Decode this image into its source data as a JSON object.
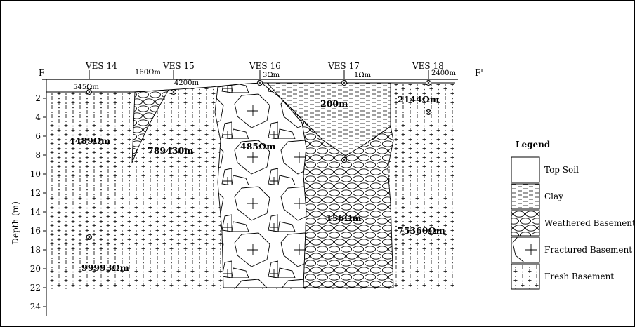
{
  "section": {
    "start_label": "F",
    "end_label": "F'"
  },
  "ves": [
    {
      "label": "VES 14",
      "surface": "545Ωm"
    },
    {
      "label": "VES 15",
      "surface": "4200m"
    },
    {
      "label": "VES 16",
      "surface": "3Ωm"
    },
    {
      "label": "VES 17",
      "surface": "1Ωm"
    },
    {
      "label": "VES 18",
      "surface": "2400m"
    }
  ],
  "extra_labels": {
    "ves15_upper": "160Ωm"
  },
  "resistivities": {
    "fresh_left": "4489Ωm",
    "fresh_ves15": "789430m",
    "fresh_bottom": "99993Ωm",
    "fractured": "485Ωm",
    "clay": "200m",
    "ves18_top": "2144Ωm",
    "weathered": "156Ωm",
    "fresh_right": "75360Ωm"
  },
  "axis": {
    "ylabel": "Depth (m)",
    "ticks": [
      "2",
      "4",
      "6",
      "8",
      "10",
      "12",
      "14",
      "16",
      "18",
      "20",
      "22",
      "24"
    ]
  },
  "legend": {
    "title": "Legend",
    "items": [
      {
        "label": "Top Soil",
        "pattern": "blank"
      },
      {
        "label": "Clay",
        "pattern": "dashes"
      },
      {
        "label": "Weathered Basement",
        "pattern": "pebbles"
      },
      {
        "label": "Fractured Basement",
        "pattern": "fractures"
      },
      {
        "label": "Fresh Basement",
        "pattern": "plus-dots"
      }
    ]
  }
}
